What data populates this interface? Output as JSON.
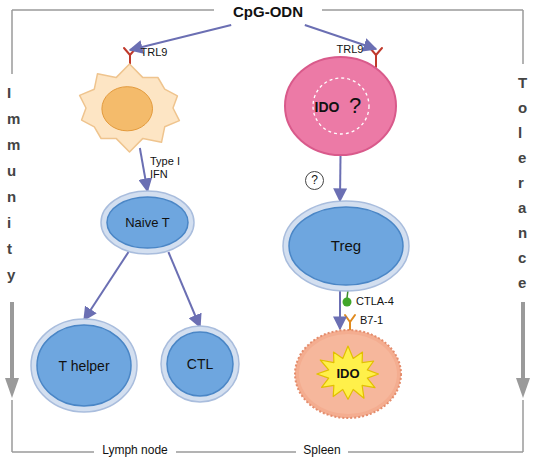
{
  "diagram": {
    "nodes": [
      {
        "text": [
          "CpG-ODN"
        ]
      },
      {
        "text": [
          "TRL9"
        ]
      },
      {
        "text": [
          "TRL9",
          "IDO",
          "?"
        ]
      },
      {
        "text": [
          "Naive T"
        ]
      },
      {
        "text": [
          "Treg"
        ]
      },
      {
        "text": [
          "T helper"
        ]
      },
      {
        "text": [
          "CTL"
        ]
      },
      {
        "text": [
          "IDO"
        ]
      }
    ],
    "edges": [
      {
        "from": 0,
        "to": 1,
        "arrow": "to"
      },
      {
        "from": 0,
        "to": 2,
        "arrow": "to"
      },
      {
        "from": 1,
        "to": 3,
        "label": "Type I IFN",
        "arrow": "to"
      },
      {
        "from": 2,
        "to": 4,
        "label": "?",
        "arrow": "to"
      },
      {
        "from": 3,
        "to": 5,
        "arrow": "to"
      },
      {
        "from": 3,
        "to": 6,
        "arrow": "to"
      },
      {
        "from": 4,
        "to": 7,
        "arrow": "to"
      }
    ],
    "labels": [
      "Immunity",
      "Tolerance",
      "CTLA-4",
      "B7-1",
      "Lymph node",
      "Spleen"
    ]
  }
}
